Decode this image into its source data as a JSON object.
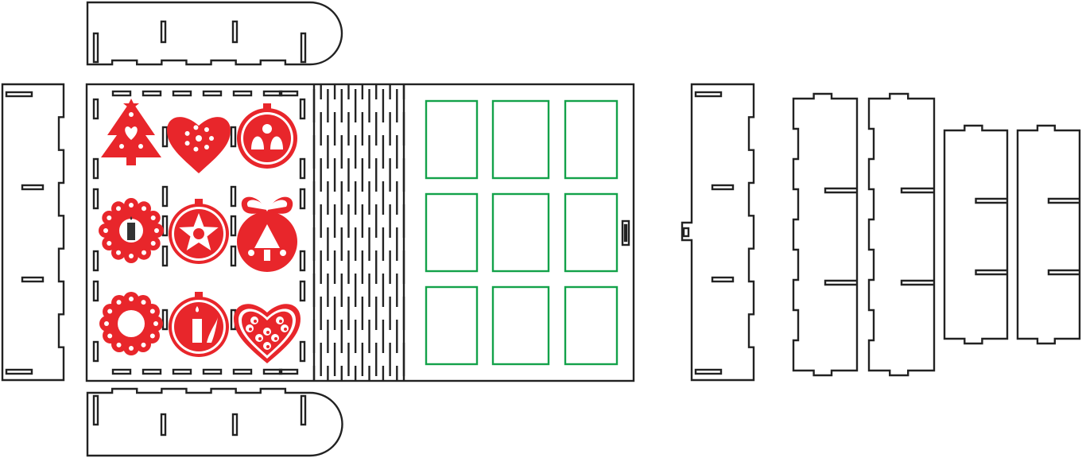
{
  "colors": {
    "cut_line": "#222222",
    "engrave_red": "#e8262b",
    "window_green": "#13a24a",
    "background": "#ffffff"
  },
  "parts": {
    "top_lid_side": {
      "name": "lid-side-panel-top"
    },
    "bottom_lid_side": {
      "name": "lid-side-panel-bottom"
    },
    "left_end": {
      "name": "left-end-panel"
    },
    "main_sheet": {
      "name": "main-hinged-sheet"
    },
    "right_end": {
      "name": "right-end-panel"
    },
    "dividers": [
      {
        "name": "long-divider-1"
      },
      {
        "name": "long-divider-2"
      },
      {
        "name": "short-divider-1"
      },
      {
        "name": "short-divider-2"
      }
    ]
  },
  "ornaments": [
    {
      "name": "christmas-tree-ornament-icon"
    },
    {
      "name": "heart-ornament-icon"
    },
    {
      "name": "bells-ornament-icon"
    },
    {
      "name": "snowflake-candle-ornament-icon"
    },
    {
      "name": "star-ornament-icon"
    },
    {
      "name": "bow-ball-ornament-icon"
    },
    {
      "name": "snowflake-ring-ornament-icon"
    },
    {
      "name": "candle-ball-ornament-icon"
    },
    {
      "name": "swirl-heart-ornament-icon"
    }
  ],
  "window_grid": {
    "rows": 3,
    "cols": 3
  }
}
